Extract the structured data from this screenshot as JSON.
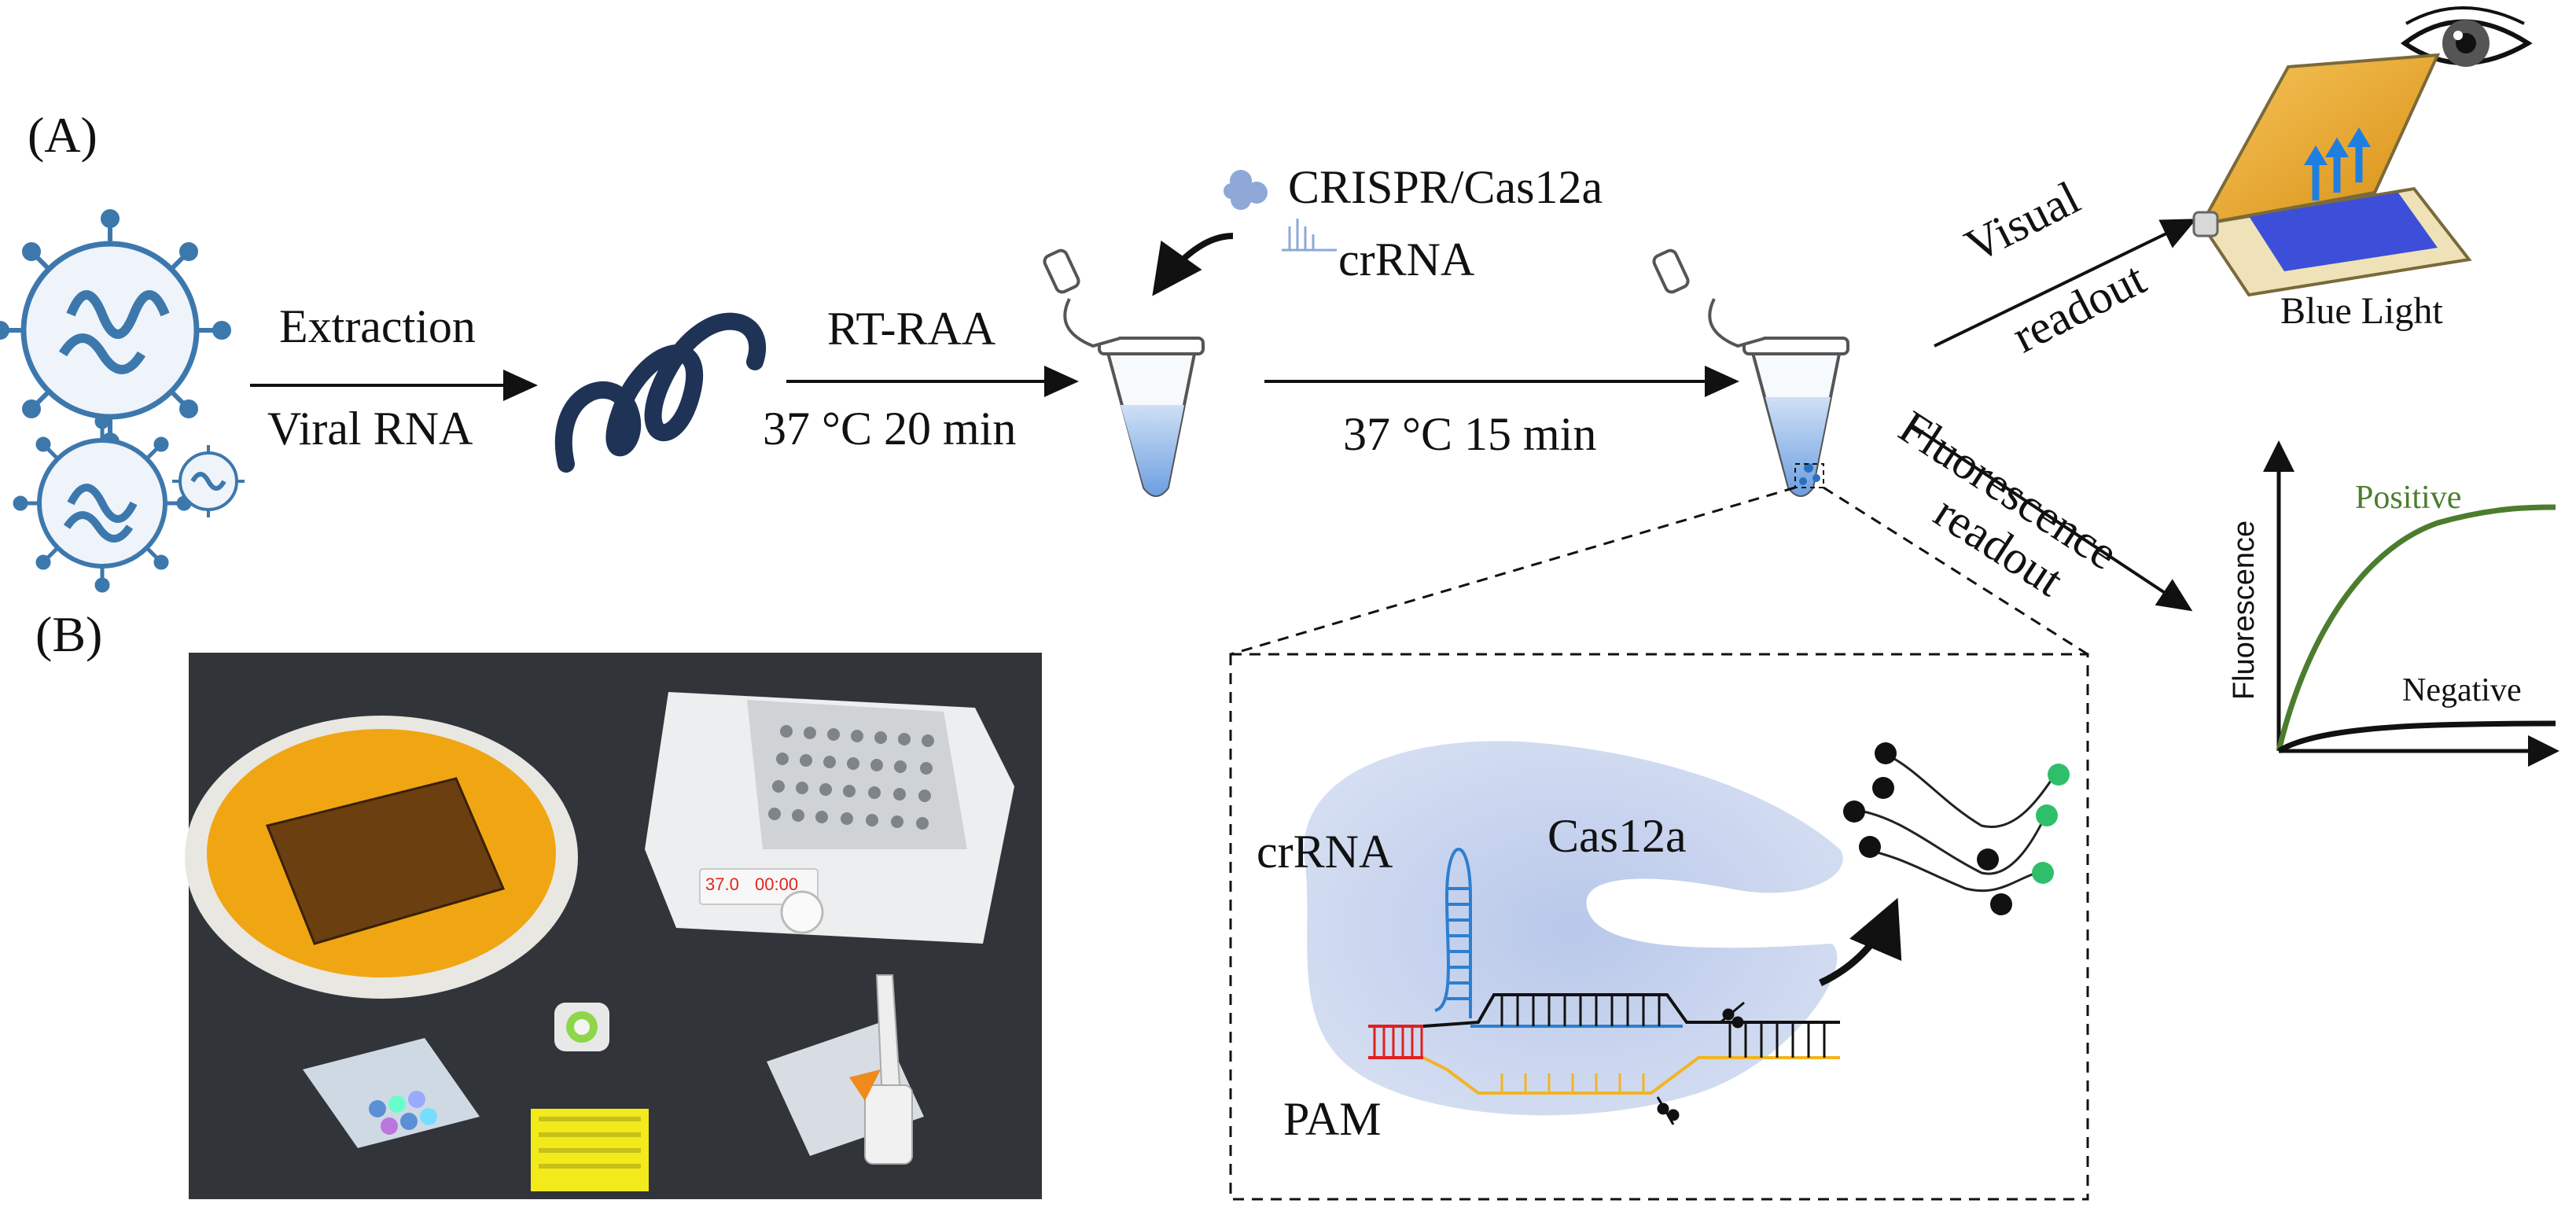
{
  "panels": {
    "a_label": "(A)",
    "b_label": "(B)"
  },
  "steps": {
    "extraction": "Extraction",
    "viral_rna": "Viral RNA",
    "rt_raa": "RT-RAA",
    "rt_raa_condition": "37 °C 20 min",
    "cas_condition": "37 °C 15 min",
    "reagent_cas": "CRISPR/Cas12a",
    "reagent_crrna": "crRNA"
  },
  "readouts": {
    "visual_line1": "Visual",
    "visual_line2": "readout",
    "fluor_line1": "Fluorescence",
    "fluor_line2": "readout",
    "blue_light": "Blue Light"
  },
  "plot": {
    "ylabel": "Fluorescence",
    "positive": "Positive",
    "negative": "Negative"
  },
  "mechanism": {
    "crrna": "crRNA",
    "cas12a": "Cas12a",
    "pam": "PAM"
  },
  "photo": {
    "display_digits_1": "37.0",
    "display_digits_2": "00:00"
  },
  "colors": {
    "virus_blue": "#3d78ad",
    "rna_navy": "#1f3356",
    "cas_lavender": "#c6d2ec",
    "strand_blue": "#2d7fd0",
    "strand_yellow": "#f2b424",
    "pam_red": "#e02020",
    "positive_green": "#4c7d2e",
    "reporter_green": "#2fbf6a",
    "filter_amber": "#e6a52a",
    "light_blue": "#3d4fd8"
  },
  "icons": [
    "virus-icon",
    "rna-coil-icon",
    "tube-icon",
    "cas-protein-icon",
    "crrna-icon",
    "eye-icon",
    "blue-light-box-icon",
    "scissors-icon",
    "reporter-probe-icon"
  ]
}
